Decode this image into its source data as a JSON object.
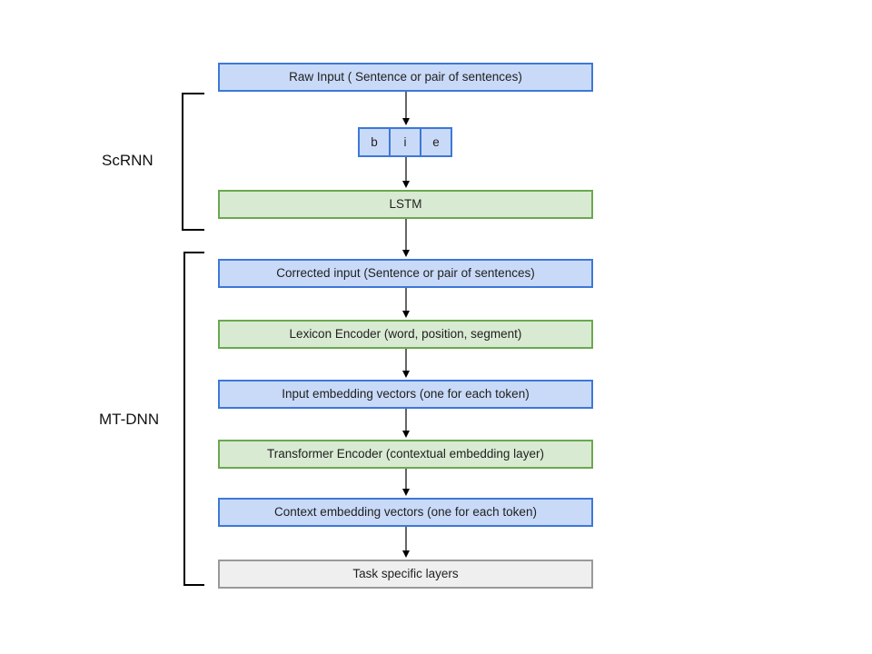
{
  "diagram": {
    "side_labels": {
      "scrnn": "ScRNN",
      "mtdnn": "MT-DNN"
    },
    "boxes": {
      "raw_input": "Raw Input ( Sentence or pair of sentences)",
      "lstm": "LSTM",
      "corrected_input": "Corrected input (Sentence or pair of sentences)",
      "lexicon_encoder": "Lexicon Encoder (word, position, segment)",
      "input_embedding": "Input embedding vectors (one for each token)",
      "transformer_encoder": "Transformer Encoder (contextual embedding layer)",
      "context_embedding": "Context embedding vectors (one for each token)",
      "task_specific": "Task specific layers"
    },
    "bie_cells": [
      "b",
      "i",
      "e"
    ],
    "palette": {
      "blue_fill": "#c9daf8",
      "blue_border": "#3c78d8",
      "green_fill": "#d9ead3",
      "green_border": "#6aa84f",
      "gray_fill": "#efefef",
      "gray_border": "#999999",
      "text": "#1f1f1f",
      "line": "#000000"
    }
  }
}
